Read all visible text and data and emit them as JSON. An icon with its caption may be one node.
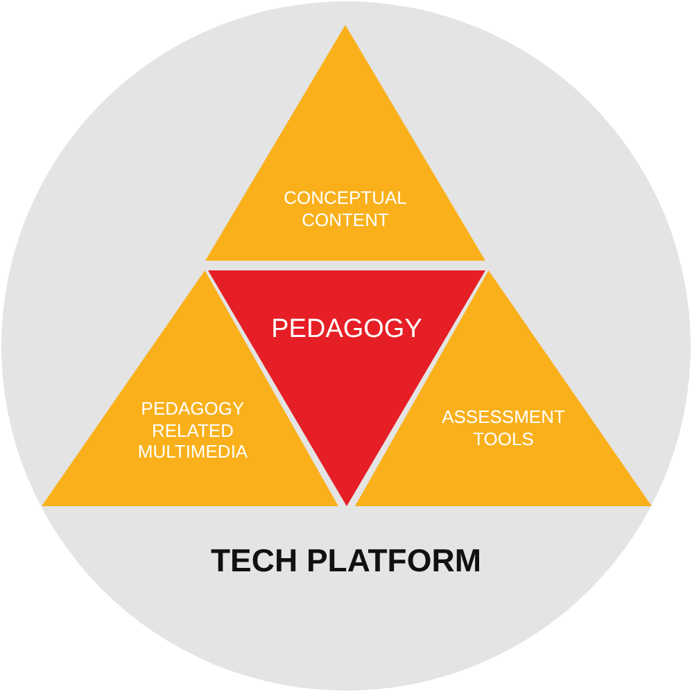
{
  "diagram": {
    "nodes": [
      {
        "text": [
          "TECH PLATFORM"
        ]
      },
      {
        "text": [
          "CONCEPTUAL CONTENT"
        ],
        "in": 0
      },
      {
        "text": [
          "PEDAGOGY"
        ],
        "in": 0
      },
      {
        "text": [
          "PEDAGOGY RELATED MULTIMEDIA"
        ],
        "in": 0
      },
      {
        "text": [
          "ASSESSMENT TOOLS"
        ],
        "in": 0
      }
    ]
  }
}
